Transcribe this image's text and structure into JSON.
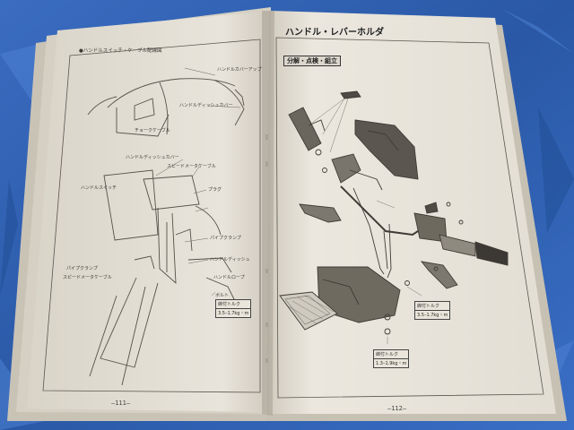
{
  "left_page": {
    "header": "●ハンドルスイッチ・ケーブル配線図",
    "labels": [
      "ハンドルカバーアップ",
      "ハンドルディッシュカバー",
      "チョークケーブル",
      "ハンドルディッシュカバー",
      "スピードメータケーブル",
      "ハンドルスイッチ",
      "プラグ",
      "パイプクランプ",
      "ハンドルディッシュ",
      "ハンドルロープ",
      "パイプクランプ",
      "スピードメータケーブル",
      "ボルト"
    ],
    "torque_title": "締付トルク",
    "torque_value": "3.5–1.7kg・m",
    "page_number": "—111—"
  },
  "right_page": {
    "title": "ハンドル・レバーホルダ",
    "subtitle": "分解・点検・組立",
    "torque_boxes": [
      {
        "title": "締付トルク",
        "value": "3.5–1.7kg・m"
      },
      {
        "title": "締付トルク",
        "value": "1.3–1.9kg・m"
      }
    ],
    "page_number": "—112—"
  },
  "colors": {
    "background": "#2f5fae",
    "paper": "#e7e3da",
    "ink": "#3b3833"
  }
}
